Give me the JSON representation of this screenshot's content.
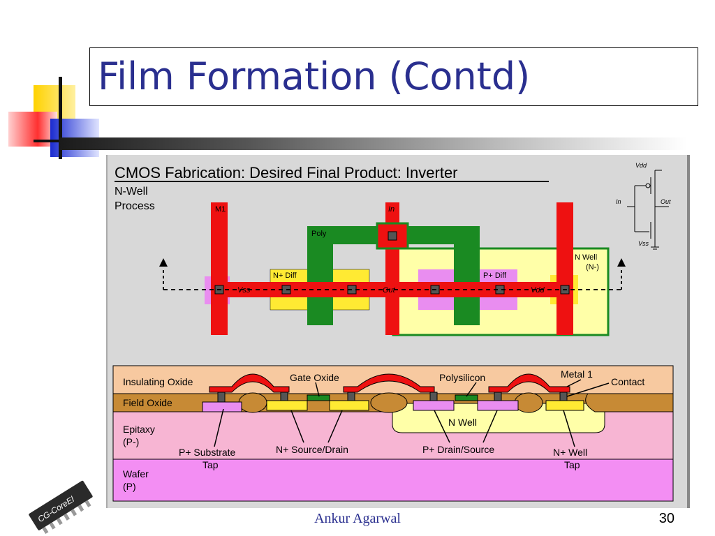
{
  "slide": {
    "title": "Film Formation (Contd)",
    "author": "Ankur Agarwal",
    "page_number": "30"
  },
  "logo": {
    "text": "CG-CoreEl"
  },
  "figure": {
    "title": "CMOS Fabrication: Desired Final Product: Inverter",
    "process_label_line1": "N-Well",
    "process_label_line2": "Process",
    "layout_labels": {
      "m1": "M1",
      "in": "In",
      "poly": "Poly",
      "n_diff": "N+ Diff",
      "p_diff": "P+ Diff",
      "n_well_line1": "N Well",
      "n_well_line2": "(N-)",
      "vss": "Vss",
      "out": "Out",
      "vdd": "Vdd"
    },
    "schematic_labels": {
      "vdd": "Vdd",
      "in": "In",
      "out": "Out",
      "vss": "Vss"
    },
    "cross_section_labels": {
      "insulating_oxide": "Insulating Oxide",
      "field_oxide": "Field Oxide",
      "epitaxy_line1": "Epitaxy",
      "epitaxy_line2": "(P-)",
      "wafer_line1": "Wafer",
      "wafer_line2": "(P)",
      "gate_oxide": "Gate Oxide",
      "polysilicon": "Polysilicon",
      "metal1": "Metal 1",
      "contact": "Contact",
      "n_well": "N Well",
      "p_sub_tap_line1": "P+ Substrate",
      "p_sub_tap_line2": "Tap",
      "n_source_drain": "N+ Source/Drain",
      "p_drain_source": "P+ Drain/Source",
      "n_well_tap_line1": "N+ Well",
      "n_well_tap_line2": "Tap"
    },
    "colors": {
      "metal": "#ee1111",
      "poly": "#1a8a22",
      "n_diff": "#ffea33",
      "p_diff": "#e98df0",
      "n_well": "#ffffa8",
      "insulating_oxide": "#f7c9a0",
      "field_oxide": "#c78a35",
      "epitaxy": "#f7b5d3",
      "wafer": "#f38ef3"
    }
  }
}
